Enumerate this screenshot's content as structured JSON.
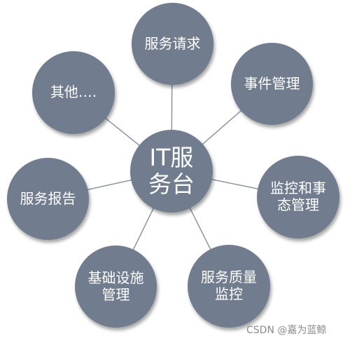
{
  "diagram": {
    "center": {
      "label": "IT服务台"
    },
    "satellites": [
      {
        "label": "服务请求"
      },
      {
        "label": "事件管理"
      },
      {
        "label": "监控和事态管理"
      },
      {
        "label": "服务质量监控"
      },
      {
        "label": "基础设施管理"
      },
      {
        "label": "服务报告"
      },
      {
        "label": "其他…."
      }
    ],
    "colors": {
      "node_fill": "#717c8e",
      "connector": "#8a94a3",
      "node_text": "#ffffff"
    }
  },
  "watermark": "CSDN @嘉为蓝鲸"
}
